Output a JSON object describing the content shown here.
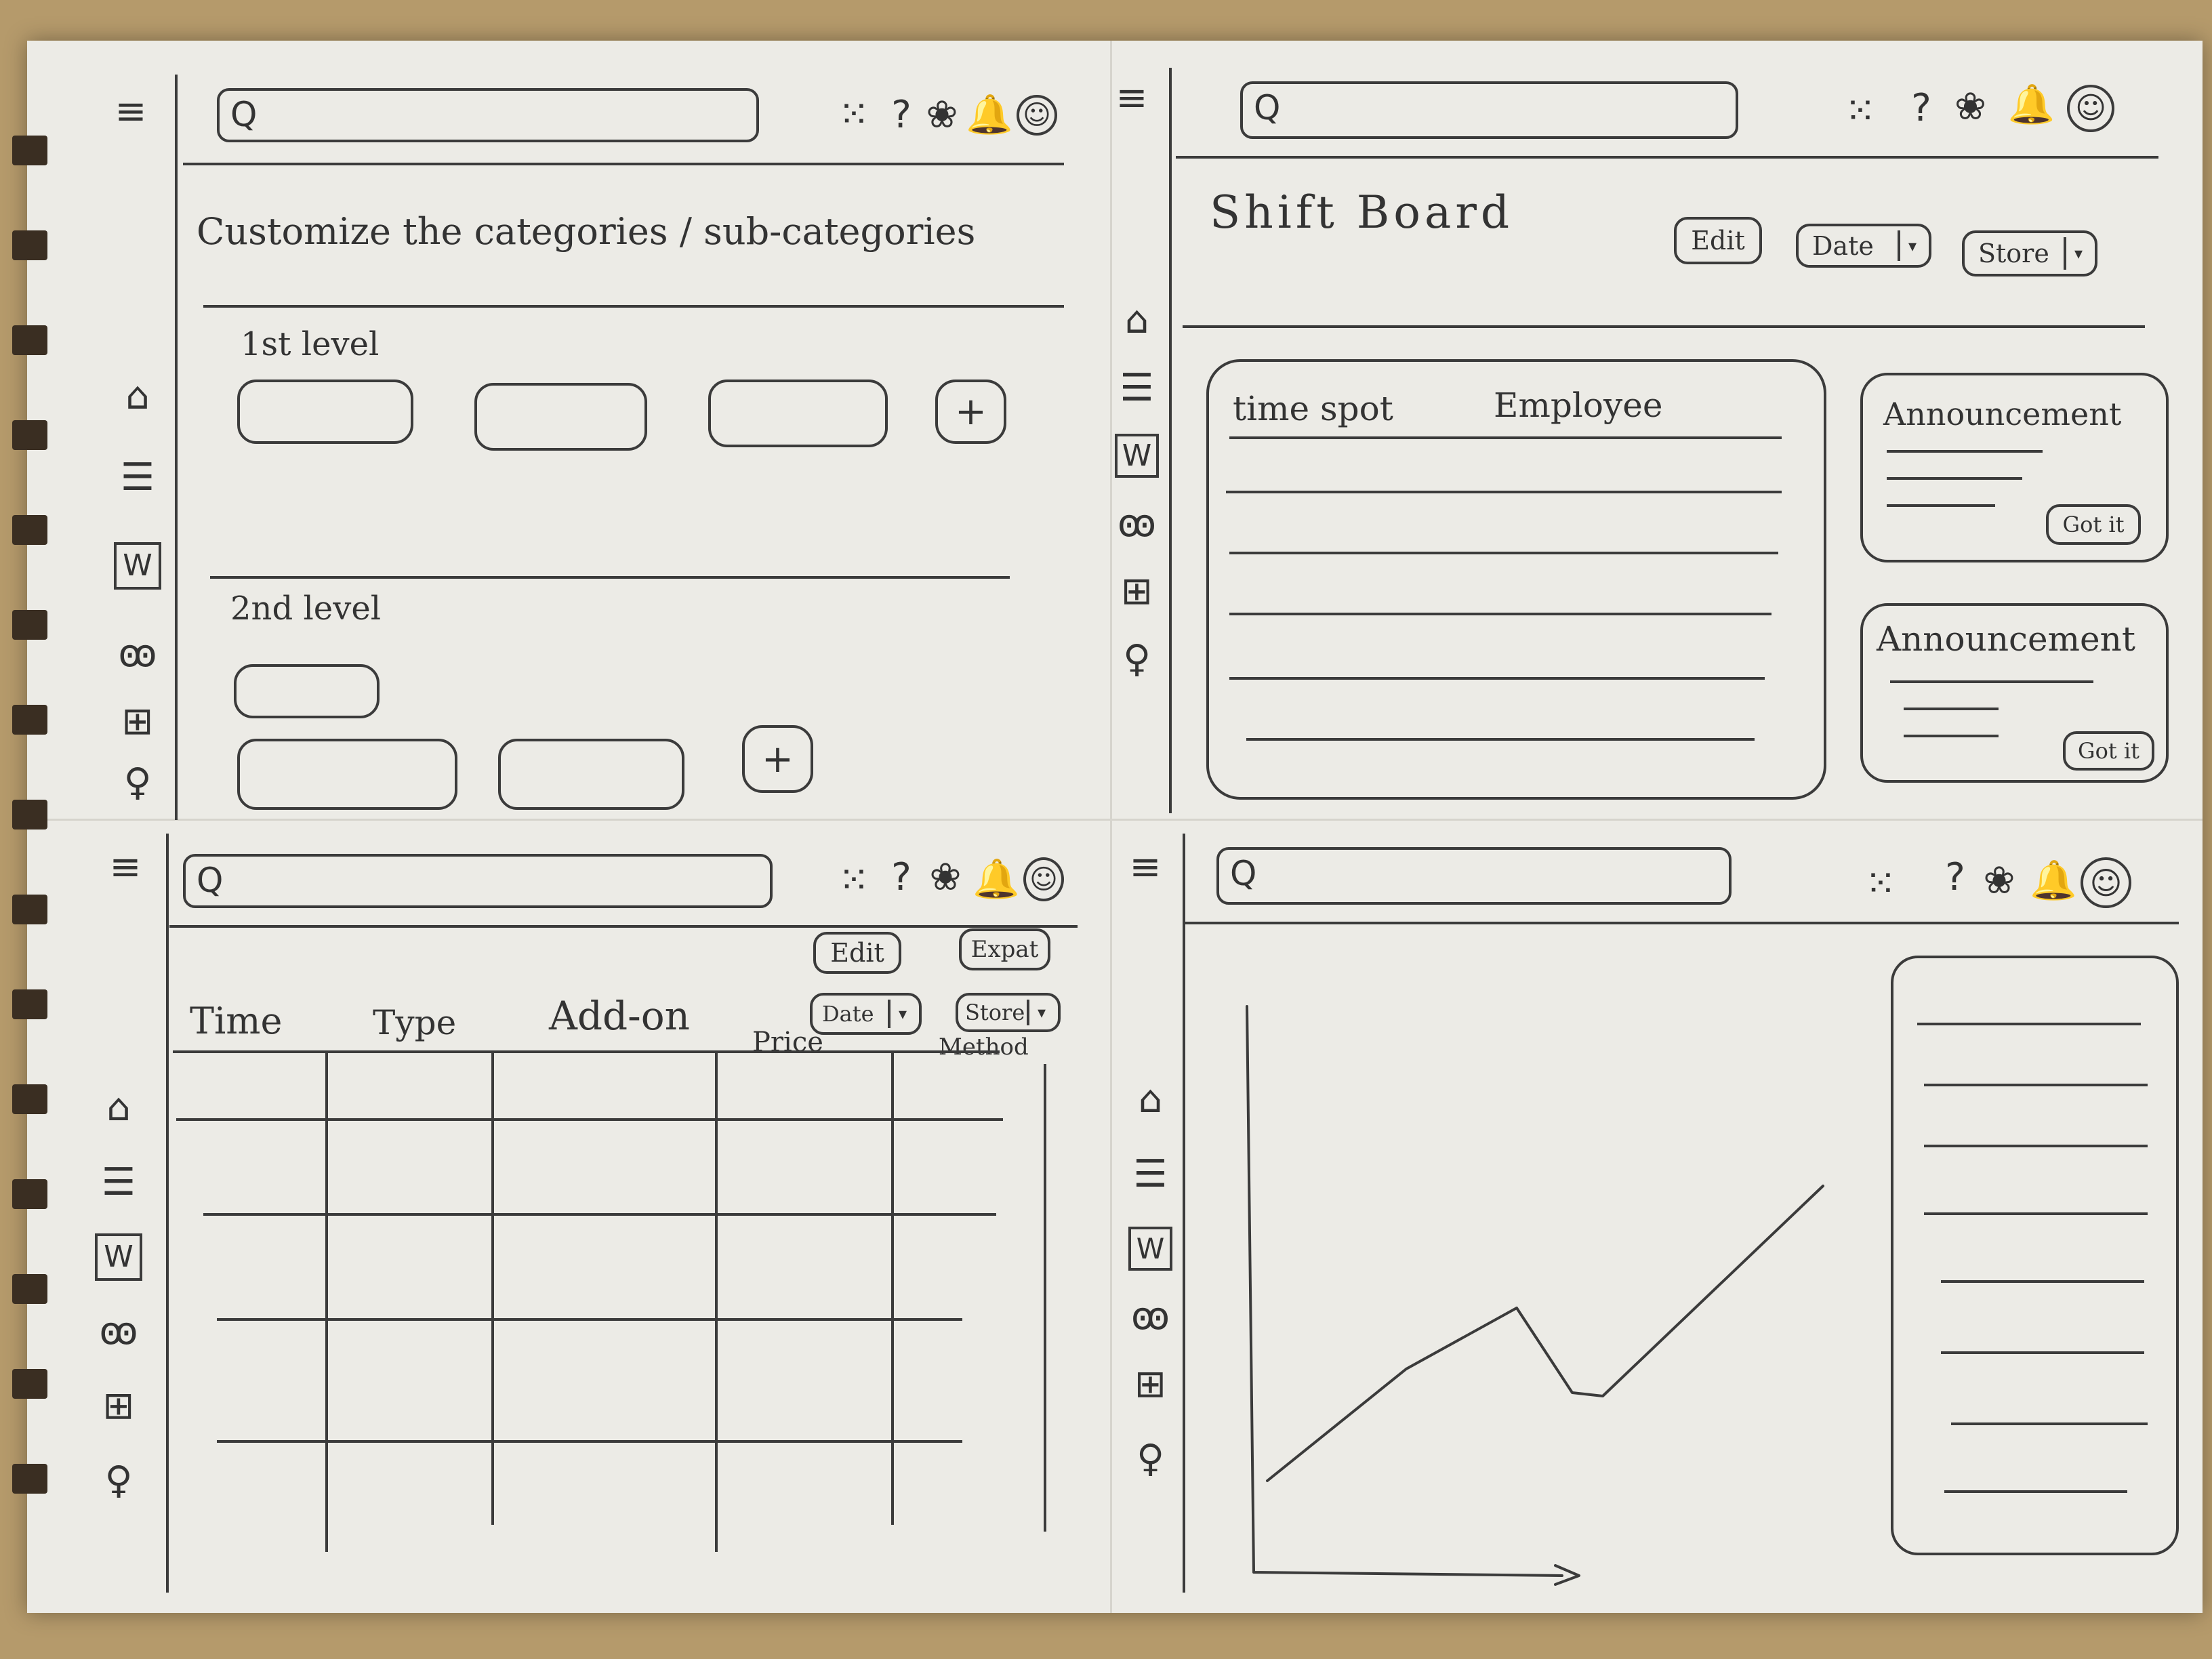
{
  "panel_tl": {
    "title": "Customize the categories / sub-categories",
    "level1_label": "1st level",
    "level2_label": "2nd level",
    "add_label": "+"
  },
  "panel_tr": {
    "title": "Shift Board",
    "edit_label": "Edit",
    "date_label": "Date",
    "store_label": "Store",
    "col_time": "time spot",
    "col_employee": "Employee",
    "announcements": [
      {
        "title": "Announcement",
        "button": "Got it"
      },
      {
        "title": "Announcement",
        "button": "Got it"
      }
    ]
  },
  "panel_bl": {
    "edit_label": "Edit",
    "export_label": "Expat",
    "date_label": "Date",
    "store_label": "Store",
    "columns": [
      "Time",
      "Type",
      "Add-on",
      "Price",
      "Method"
    ]
  },
  "header_icons": [
    "menu-icon",
    "search-icon",
    "apps-icon",
    "help-icon",
    "settings-icon",
    "bell-icon",
    "account-icon"
  ],
  "sidebar_icons": [
    "home-icon",
    "list-icon",
    "chart-icon",
    "people-icon",
    "basket-icon",
    "user-icon"
  ],
  "glyphs": {
    "menu": "≡",
    "search": "Q",
    "apps": "⁙",
    "help": "?",
    "settings": "❀",
    "bell": "🔔",
    "account": "☺",
    "home": "⌂",
    "list": "☰",
    "chart": "W",
    "people": "ꙭ",
    "basket": "⊞",
    "user": "♀",
    "dropdown": "▾"
  }
}
